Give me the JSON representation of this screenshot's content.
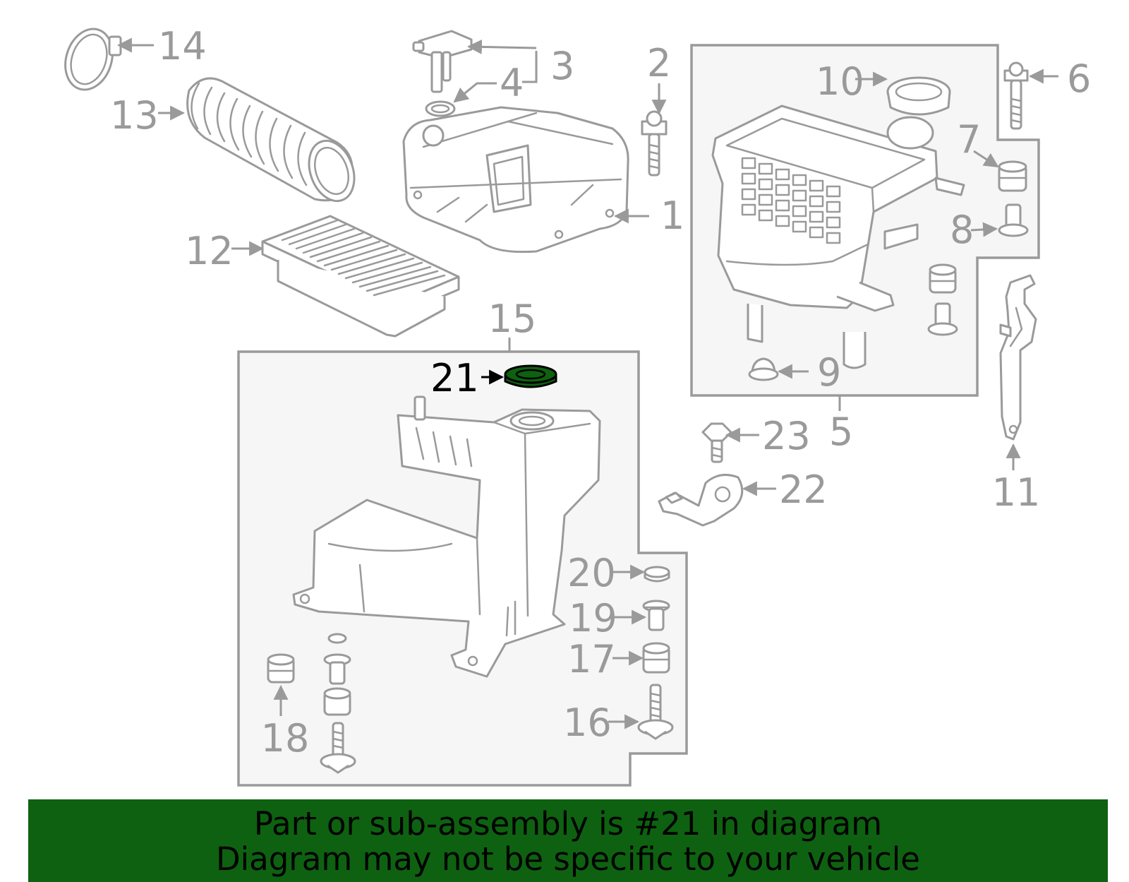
{
  "diagram": {
    "callouts": {
      "c1": "1",
      "c2": "2",
      "c3": "3",
      "c4": "4",
      "c5": "5",
      "c6": "6",
      "c7": "7",
      "c8": "8",
      "c9": "9",
      "c10": "10",
      "c11": "11",
      "c12": "12",
      "c13": "13",
      "c14": "14",
      "c15": "15",
      "c16": "16",
      "c17": "17",
      "c18": "18",
      "c19": "19",
      "c20": "20",
      "c21": "21",
      "c22": "22",
      "c23": "23"
    },
    "highlighted_part": "21"
  },
  "banner": {
    "line1": "Part or sub-assembly is #21 in diagram",
    "line2": "Diagram may not be specific to your vehicle"
  },
  "colors": {
    "line_art": "#9a9a9a",
    "highlight": "#0e6110",
    "banner_bg": "#0e6110",
    "group_box_fill": "#f6f6f6"
  }
}
